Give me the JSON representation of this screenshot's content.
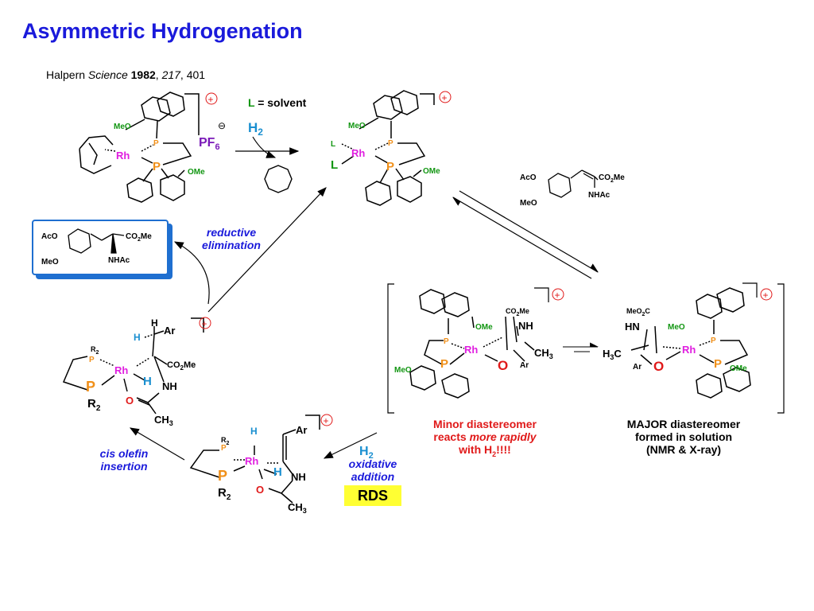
{
  "title": "Asymmetric Hydrogenation",
  "citation": {
    "author": "Halpern",
    "journal": "Science",
    "year": "1982",
    "volume": "217",
    "page": ", 401"
  },
  "labels": {
    "L_solvent": "L = solvent",
    "L_letter": "L",
    "L_rest": " = solvent",
    "H2": "H",
    "H2_sub": "2",
    "PF6": "PF",
    "PF6_sub": "6",
    "minus": "⊖",
    "plus": "+",
    "Rh": "Rh",
    "P": "P",
    "OMe": "OMe",
    "MeO": "MeO",
    "AcO": "AcO",
    "NHAc": "NHAc",
    "CO2Me": "CO",
    "CO2Me_sub": "2",
    "CO2Me_end": "Me",
    "NH": "NH",
    "HN": "HN",
    "O": "O",
    "Ar": "Ar",
    "H": "H",
    "CH3": "CH",
    "CH3_sub": "3",
    "H3C": "H",
    "MeO2C": "MeO",
    "R2": "R",
    "R2_sub": "2"
  },
  "captions": {
    "reductive": [
      "reductive",
      "elimination"
    ],
    "cis_olefin": [
      "cis olefin",
      "insertion"
    ],
    "oxidative": [
      "oxidative",
      "addition"
    ],
    "minor": [
      "Minor diastereomer",
      "reacts",
      "more rapidly",
      "with H",
      "2",
      "!!!!"
    ],
    "major": [
      "MAJOR diastereomer",
      "formed in solution",
      "(NMR & X-ray)"
    ],
    "rds": "RDS"
  },
  "colors": {
    "title": "#1a1adb",
    "rhodium": "#e01ee0",
    "phosphorus": "#f0901a",
    "methoxy_green": "#129612",
    "hydride_blue": "#1a8fd0",
    "oxygen_red": "#e01919",
    "caption_blue": "#1a1adb",
    "caption_red": "#e01919",
    "rds_yellow": "#ffff33",
    "box_border": "#1f6fd0"
  }
}
